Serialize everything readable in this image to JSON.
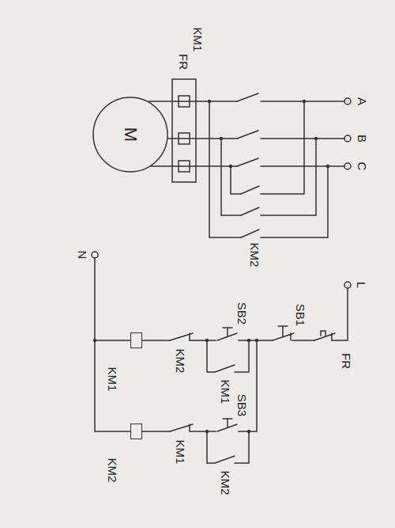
{
  "diagram": {
    "nodes": [
      {
        "text": [
          "M"
        ]
      },
      {
        "text": [
          "KM1"
        ]
      },
      {
        "text": [
          "KM2"
        ]
      }
    ],
    "edges": [
      {
        "from": 1,
        "to": 2,
        "arrow": "none"
      }
    ],
    "labels": [
      "A",
      "B",
      "C",
      "FR",
      "KM1",
      "KM2",
      "L",
      "N",
      "FR",
      "SB1",
      "SB2",
      "KM1",
      "KM2",
      "SB3",
      "KM2",
      "KM1"
    ]
  }
}
